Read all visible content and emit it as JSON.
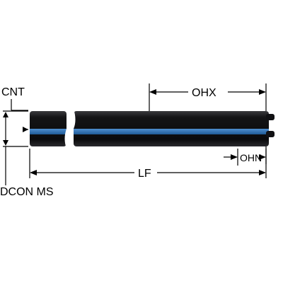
{
  "labels": {
    "cnt": "CNT",
    "dcon_ms": "DCON MS",
    "lf": "LF",
    "ohx": "OHX",
    "ohn": "OHN"
  },
  "colors": {
    "body": "#0f0f12",
    "stripe": "#2f73b3",
    "line": "#000000",
    "background": "#ffffff"
  }
}
